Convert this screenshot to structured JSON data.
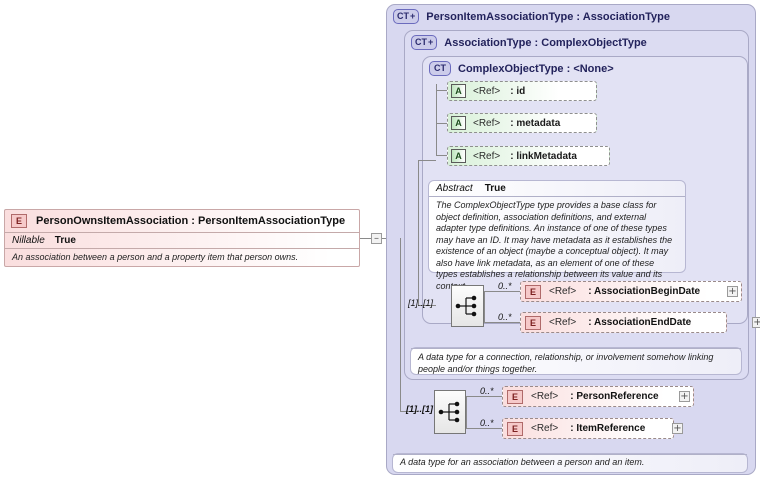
{
  "diagram": {
    "type": "xml-schema-diagram",
    "root_element": {
      "icon": "E",
      "title": "PersonOwnsItemAssociation : PersonItemAssociationType",
      "property_key": "Nillable",
      "property_value": "True",
      "documentation": "An association between a person and a property item that person owns."
    },
    "panels": [
      {
        "badge": "CT",
        "badge_plus": "+",
        "title": "PersonItemAssociationType : AssociationType"
      },
      {
        "badge": "CT",
        "badge_plus": "+",
        "title": "AssociationType : ComplexObjectType"
      },
      {
        "badge": "CT",
        "badge_plus": "",
        "title": "ComplexObjectType : <None>"
      }
    ],
    "attributes": [
      {
        "icon": "A",
        "ref": "<Ref>",
        "name": ": id"
      },
      {
        "icon": "A",
        "ref": "<Ref>",
        "name": ": metadata"
      },
      {
        "icon": "A",
        "ref": "<Ref>",
        "name": ": linkMetadata"
      }
    ],
    "complex_object_doc": {
      "key": "Abstract",
      "value": "True",
      "text": "The ComplexObjectType type provides a base class for object definition, association definitions, and external adapter type definitions. An instance of one of these types may have an ID. It may have metadata as it establishes the existence of an object (maybe a conceptual object). It may also have link metadata, as an element of one of these types establishes a relationship between its value and its context."
    },
    "association_sequence": {
      "cardinality": "[1]..[1]",
      "icon": "sequence-icon",
      "items": [
        {
          "cardinality": "0..*",
          "icon": "E",
          "ref": "<Ref>",
          "name": ": AssociationBeginDate",
          "expander": "+"
        },
        {
          "cardinality": "0..*",
          "icon": "E",
          "ref": "<Ref>",
          "name": ": AssociationEndDate",
          "expander": "+"
        }
      ]
    },
    "association_doc": {
      "text": "A data type for a connection, relationship, or involvement somehow linking people and/or things together."
    },
    "person_item_sequence": {
      "cardinality": "[1]..[1]",
      "icon": "sequence-icon",
      "items": [
        {
          "cardinality": "0..*",
          "icon": "E",
          "ref": "<Ref>",
          "name": ": PersonReference",
          "expander": "+"
        },
        {
          "cardinality": "0..*",
          "icon": "E",
          "ref": "<Ref>",
          "name": ": ItemReference",
          "expander": "+"
        }
      ]
    },
    "person_item_doc": {
      "text": "A data type for an association between a person and an item."
    },
    "root_connector": {
      "toggle": "–"
    },
    "colors": {
      "panel_l1": "#d8d8f0",
      "panel_l2": "#dcdcf2",
      "panel_l3": "#e2e2f4",
      "element_pink": "#fadede",
      "attribute_green": "#d8f0d8",
      "line": "#8a8a8a",
      "badge_border": "#6b6bbd"
    }
  }
}
